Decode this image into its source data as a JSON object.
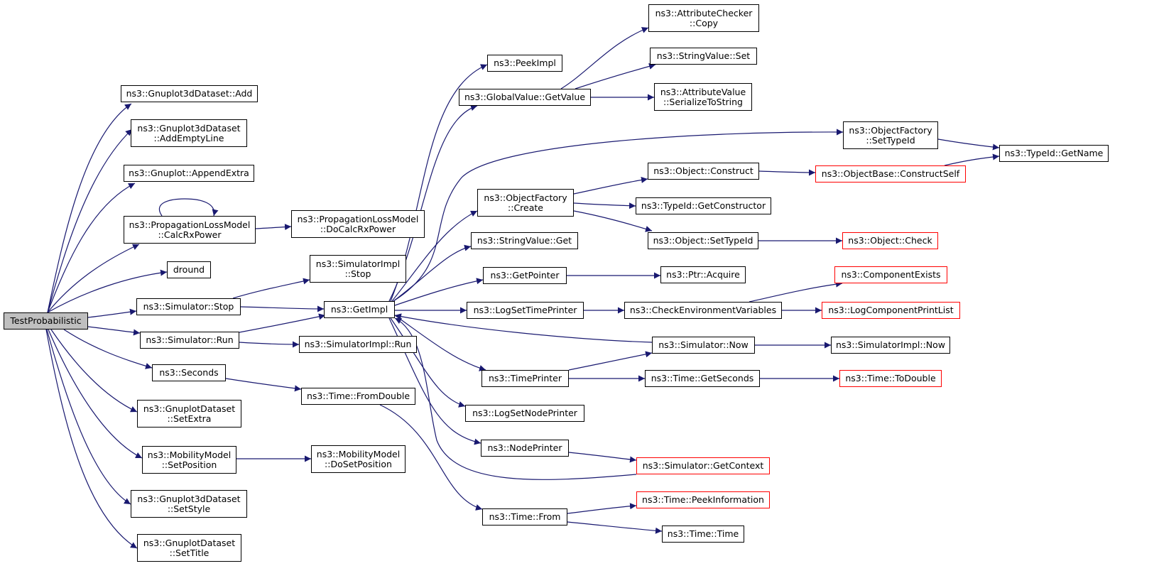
{
  "colors": {
    "edge": "#191970",
    "root_fill": "#bfbfbf",
    "border": "#000000",
    "truncated_border": "#ff0000"
  },
  "nodes": [
    {
      "id": "tp",
      "label": "TestProbabilistic",
      "root": true
    },
    {
      "id": "g3add",
      "label": "ns3::Gnuplot3dDataset::Add"
    },
    {
      "id": "g3ael",
      "label": "ns3::Gnuplot3dDataset\n::AddEmptyLine"
    },
    {
      "id": "gae",
      "label": "ns3::Gnuplot::AppendExtra"
    },
    {
      "id": "plcrx",
      "label": "ns3::PropagationLossModel\n::CalcRxPower"
    },
    {
      "id": "plmdo",
      "label": "ns3::PropagationLossModel\n::DoCalcRxPower"
    },
    {
      "id": "dround",
      "label": "dround"
    },
    {
      "id": "simstop",
      "label": "ns3::Simulator::Stop"
    },
    {
      "id": "simrun",
      "label": "ns3::Simulator::Run"
    },
    {
      "id": "seconds",
      "label": "ns3::Seconds"
    },
    {
      "id": "gdse",
      "label": "ns3::GnuplotDataset\n::SetExtra"
    },
    {
      "id": "mmsp",
      "label": "ns3::MobilityModel\n::SetPosition"
    },
    {
      "id": "g3ss",
      "label": "ns3::Gnuplot3dDataset\n::SetStyle"
    },
    {
      "id": "gdst",
      "label": "ns3::GnuplotDataset\n::SetTitle"
    },
    {
      "id": "simimplstop",
      "label": "ns3::SimulatorImpl\n::Stop"
    },
    {
      "id": "getimpl",
      "label": "ns3::GetImpl"
    },
    {
      "id": "simimplrun",
      "label": "ns3::SimulatorImpl::Run"
    },
    {
      "id": "fromdouble",
      "label": "ns3::Time::FromDouble"
    },
    {
      "id": "mmdsp",
      "label": "ns3::MobilityModel\n::DoSetPosition"
    },
    {
      "id": "peekimpl",
      "label": "ns3::PeekImpl"
    },
    {
      "id": "gvgv",
      "label": "ns3::GlobalValue::GetValue"
    },
    {
      "id": "ofcreate",
      "label": "ns3::ObjectFactory\n::Create"
    },
    {
      "id": "svget",
      "label": "ns3::StringValue::Get"
    },
    {
      "id": "getpointer",
      "label": "ns3::GetPointer"
    },
    {
      "id": "lstp",
      "label": "ns3::LogSetTimePrinter"
    },
    {
      "id": "timeprinter",
      "label": "ns3::TimePrinter"
    },
    {
      "id": "lsnp",
      "label": "ns3::LogSetNodePrinter"
    },
    {
      "id": "nodeprinter",
      "label": "ns3::NodePrinter"
    },
    {
      "id": "timefrom",
      "label": "ns3::Time::From"
    },
    {
      "id": "accopy",
      "label": "ns3::AttributeChecker\n::Copy"
    },
    {
      "id": "svset",
      "label": "ns3::StringValue::Set"
    },
    {
      "id": "avsts",
      "label": "ns3::AttributeValue\n::SerializeToString"
    },
    {
      "id": "ofsti",
      "label": "ns3::ObjectFactory\n::SetTypeId"
    },
    {
      "id": "objconstruct",
      "label": "ns3::Object::Construct"
    },
    {
      "id": "tigc",
      "label": "ns3::TypeId::GetConstructor"
    },
    {
      "id": "objsti",
      "label": "ns3::Object::SetTypeId"
    },
    {
      "id": "ptracq",
      "label": "ns3::Ptr::Acquire"
    },
    {
      "id": "cev",
      "label": "ns3::CheckEnvironmentVariables"
    },
    {
      "id": "simnow",
      "label": "ns3::Simulator::Now"
    },
    {
      "id": "tgs",
      "label": "ns3::Time::GetSeconds"
    },
    {
      "id": "simgc",
      "label": "ns3::Simulator::GetContext",
      "red": true
    },
    {
      "id": "tpi",
      "label": "ns3::Time::PeekInformation",
      "red": true
    },
    {
      "id": "ttime",
      "label": "ns3::Time::Time"
    },
    {
      "id": "tign",
      "label": "ns3::TypeId::GetName"
    },
    {
      "id": "obcs",
      "label": "ns3::ObjectBase::ConstructSelf",
      "red": true
    },
    {
      "id": "objcheck",
      "label": "ns3::Object::Check",
      "red": true
    },
    {
      "id": "compexists",
      "label": "ns3::ComponentExists",
      "red": true
    },
    {
      "id": "lcpl",
      "label": "ns3::LogComponentPrintList",
      "red": true
    },
    {
      "id": "siminow",
      "label": "ns3::SimulatorImpl::Now"
    },
    {
      "id": "ttd",
      "label": "ns3::Time::ToDouble",
      "red": true
    }
  ]
}
